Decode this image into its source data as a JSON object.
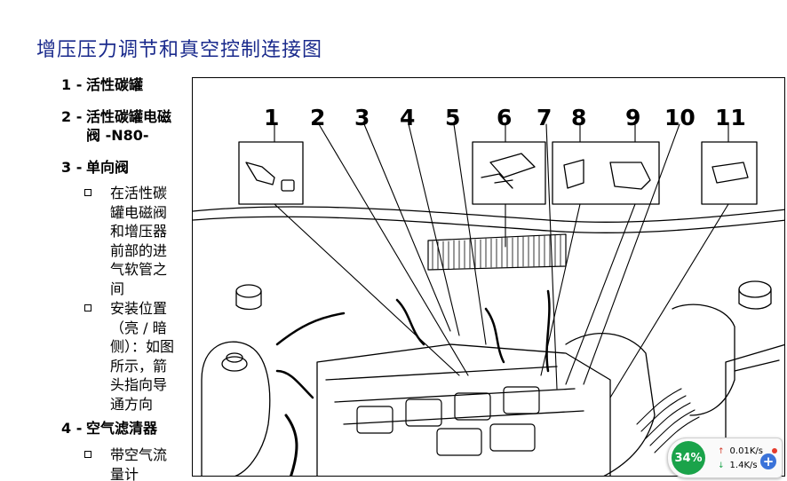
{
  "page": {
    "title": "增压压力调节和真空控制连接图"
  },
  "items": [
    {
      "num": "1 -",
      "text": "活性碳罐"
    },
    {
      "num": "2 -",
      "text": "活性碳罐电磁阀 -N80-"
    },
    {
      "num": "3 -",
      "text": "单向阀"
    },
    {
      "num": "4 -",
      "text": "空气滤清器"
    }
  ],
  "subitems": [
    {
      "text": "在活性碳罐电磁阀和增压器前部的进气软管之间"
    },
    {
      "text": "安装位置（亮 / 暗侧）：如图所示，箭头指向导通方向"
    },
    {
      "text": "带空气流量计"
    }
  ],
  "figure": {
    "callouts": [
      "1",
      "2",
      "3",
      "4",
      "5",
      "6",
      "7",
      "8",
      "9",
      "10",
      "11"
    ]
  },
  "net_monitor": {
    "percent": "34%",
    "upload": "0.01K/s",
    "download": "1.4K/s",
    "upload_color": "#d23b2b",
    "download_color": "#1aa34a"
  }
}
